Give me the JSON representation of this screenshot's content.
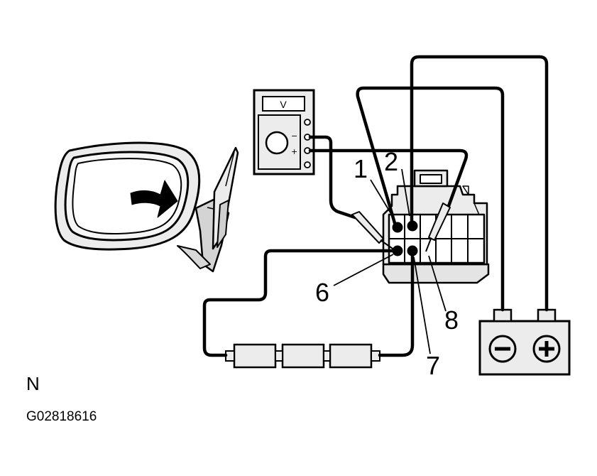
{
  "meter": {
    "display": "V",
    "minus": "−",
    "plus": "+"
  },
  "pins": [
    "1",
    "2",
    "6",
    "7",
    "8"
  ],
  "view_code": "N",
  "figure_id": "G02818616",
  "colors": {
    "line": "#000000",
    "fill": "#e8e8e8",
    "background": "#ffffff"
  }
}
